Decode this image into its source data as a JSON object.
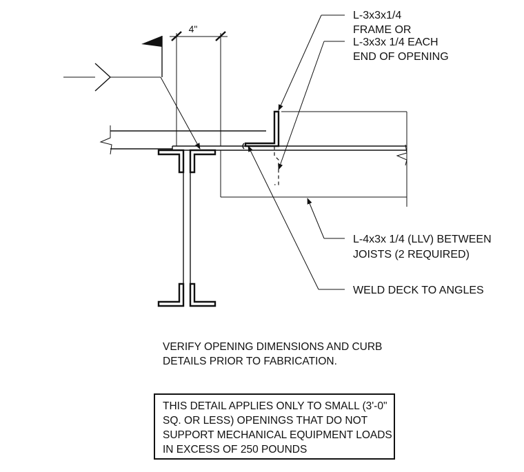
{
  "dimension": {
    "text": "4\""
  },
  "callouts": {
    "frame_angle": {
      "lines": [
        "L-3x3x1/4",
        "FRAME OR"
      ]
    },
    "end_angle": {
      "lines": [
        "L-3x3x 1/4  EACH",
        "END OF OPENING"
      ]
    },
    "llv_angle": {
      "lines": [
        "L-4x3x 1/4  (LLV) BETWEEN",
        "JOISTS (2 REQUIRED)"
      ]
    },
    "weld": {
      "lines": [
        "WELD DECK TO ANGLES"
      ]
    }
  },
  "verify_note": {
    "lines": [
      "VERIFY OPENING DIMENSIONS AND CURB",
      "DETAILS PRIOR TO FABRICATION."
    ]
  },
  "applicability_box": {
    "lines": [
      "THIS DETAIL APPLIES ONLY TO SMALL (3'-0\"",
      "SQ. OR LESS) OPENINGS THAT DO NOT",
      "SUPPORT MECHANICAL EQUIPMENT LOADS",
      "IN EXCESS OF 250 POUNDS"
    ]
  }
}
